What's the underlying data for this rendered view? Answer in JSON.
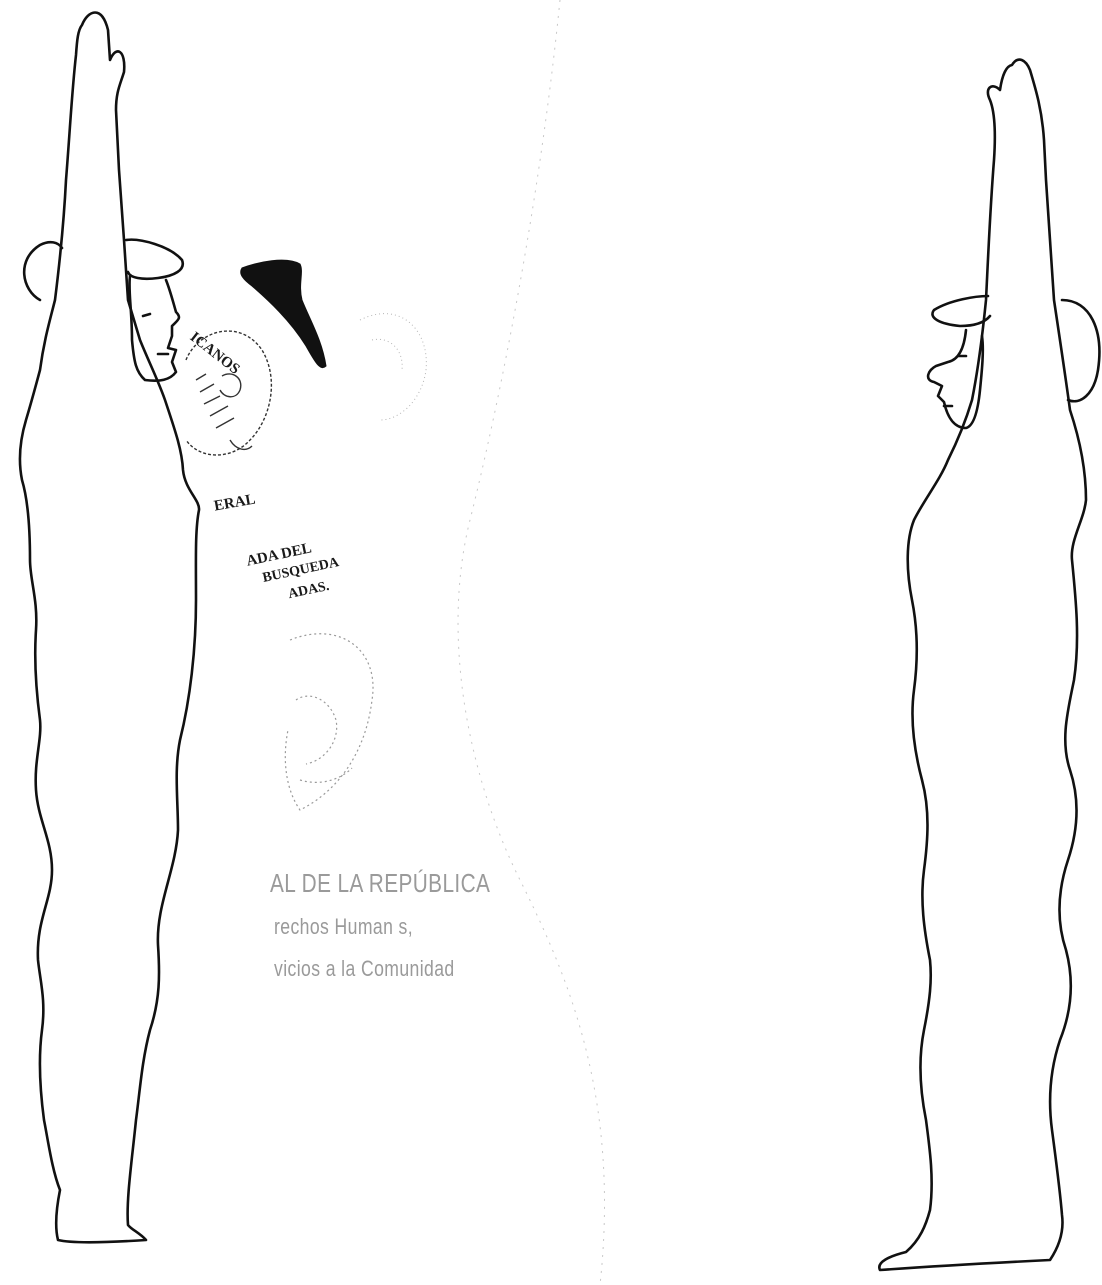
{
  "document": {
    "content": "outline body diagram with raised arms, side views",
    "stamp_lines": [
      "ICANOS",
      "ERAL",
      "ADA DEL",
      "BUSQUEDA",
      "ADAS."
    ],
    "faded_print_lines": [
      "AL DE LA REPÚBLICA",
      "rechos Human  s,",
      "vicios a la Comunidad"
    ]
  },
  "colors": {
    "ink": "#111111",
    "faded_ink": "#9a9a9a",
    "paper": "#ffffff"
  }
}
